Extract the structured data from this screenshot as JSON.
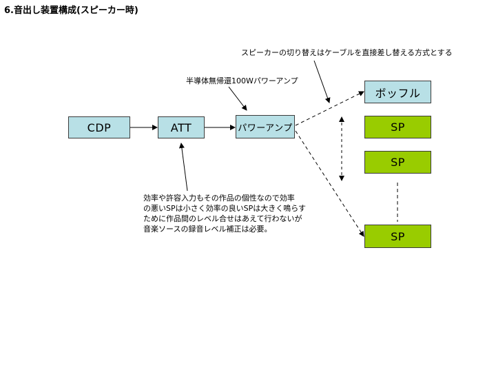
{
  "title": "6.音出し装置構成(スピーカー時)",
  "boxes": {
    "cdp": "CDP",
    "att": "ATT",
    "amp": "パワーアンプ",
    "woofer": "ボッフル",
    "sp1": "SP",
    "sp2": "SP",
    "sp3": "SP"
  },
  "notes": {
    "speaker_switch": "スピーカーの切り替えはケーブルを直接差し替える方式とする",
    "amp_spec": "半導体無帰還100Wパワーアンプ",
    "att_lines": [
      "効率や許容入力もその作品の個性なので効率",
      "の悪いSPは小さく効率の良いSPは大きく鳴らす",
      "ために作品間のレベル合せはあえて行わないが",
      "音楽ソースの録音レベル補正は必要。"
    ]
  },
  "colors": {
    "box_blue": "#b8e0e6",
    "box_green": "#99cc00"
  }
}
